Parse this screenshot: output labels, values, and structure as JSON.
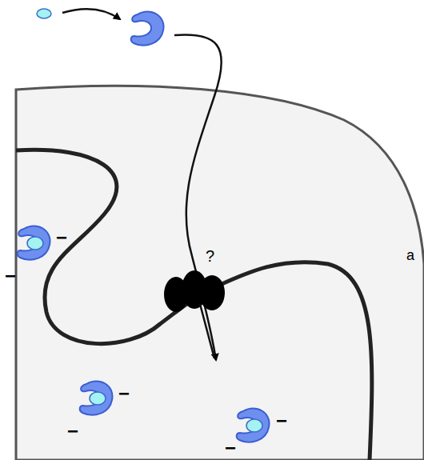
{
  "diagram": {
    "labels": [
      "?",
      "−",
      "−",
      "−",
      "−",
      "−",
      "−",
      "a"
    ]
  }
}
